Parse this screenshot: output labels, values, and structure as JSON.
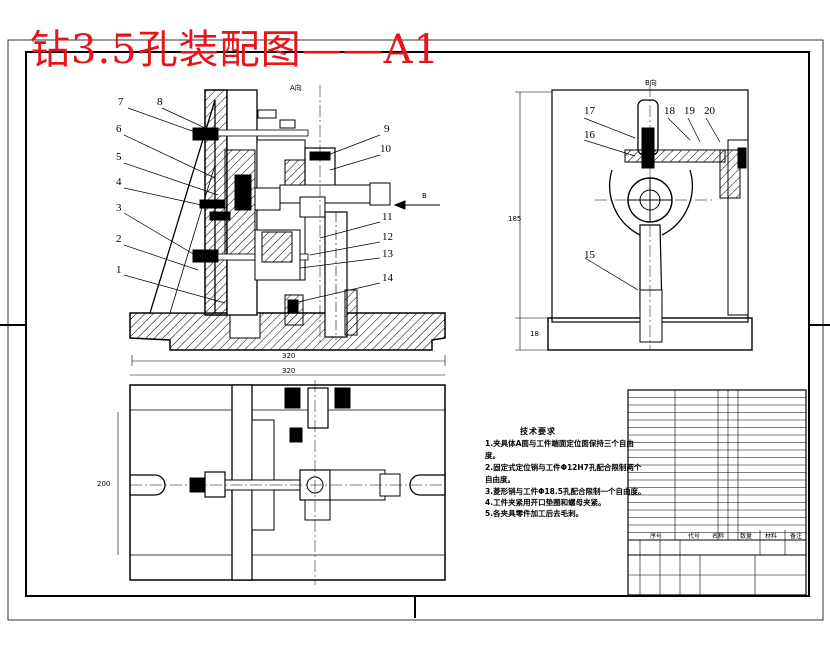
{
  "drawing": {
    "title": "钻3.5孔装配图——A1"
  },
  "view_labels": {
    "a_view": "A向",
    "b_view": "B向",
    "arrow_b": "B"
  },
  "callouts": [
    "1",
    "2",
    "3",
    "4",
    "5",
    "6",
    "7",
    "8",
    "9",
    "10",
    "11",
    "12",
    "13",
    "14",
    "15",
    "16",
    "17",
    "18",
    "19",
    "20"
  ],
  "dimensions": {
    "front_width": "320",
    "plan_width": "320",
    "side_height": "185",
    "side_base": "18",
    "plan_height": "200"
  },
  "technical_requirements": {
    "heading": "技术要求",
    "items": [
      "1.夹具体A面与工件端面定位面保持三个自由",
      "度。",
      "2.固定式定位销与工件Φ12H7孔配合限制两个",
      "自由度。",
      "3.菱形销与工件Φ18.5孔配合限制一个自由度。",
      "4.工件夹紧用开口垫圈和螺母夹紧。",
      "5.各夹具零件加工后去毛刺。"
    ]
  },
  "title_block": {
    "headers": [
      "序号",
      "代号",
      "名称",
      "数量",
      "材料",
      "备注"
    ]
  },
  "colors": {
    "title": "#e8141b",
    "line": "#000000"
  }
}
